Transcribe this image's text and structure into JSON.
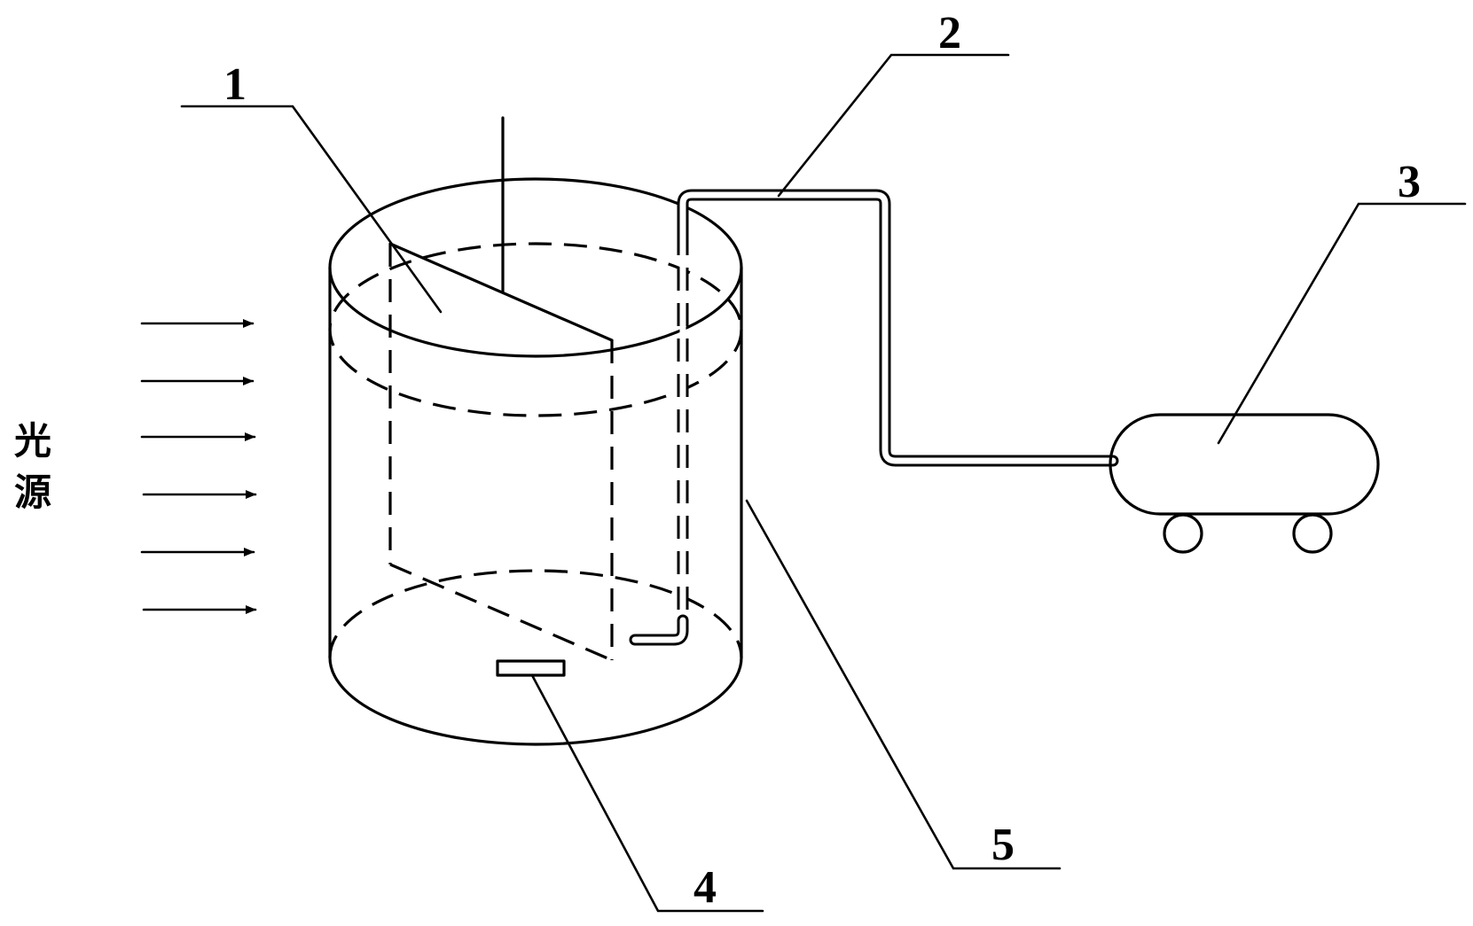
{
  "light_source": {
    "label_line1": "光",
    "label_line2": "源",
    "arrow_count": 6
  },
  "labels": [
    {
      "id": "1",
      "text": "1"
    },
    {
      "id": "2",
      "text": "2"
    },
    {
      "id": "3",
      "text": "3"
    },
    {
      "id": "4",
      "text": "4"
    },
    {
      "id": "5",
      "text": "5"
    }
  ],
  "colors": {
    "line": "#000000",
    "background": "#ffffff"
  }
}
